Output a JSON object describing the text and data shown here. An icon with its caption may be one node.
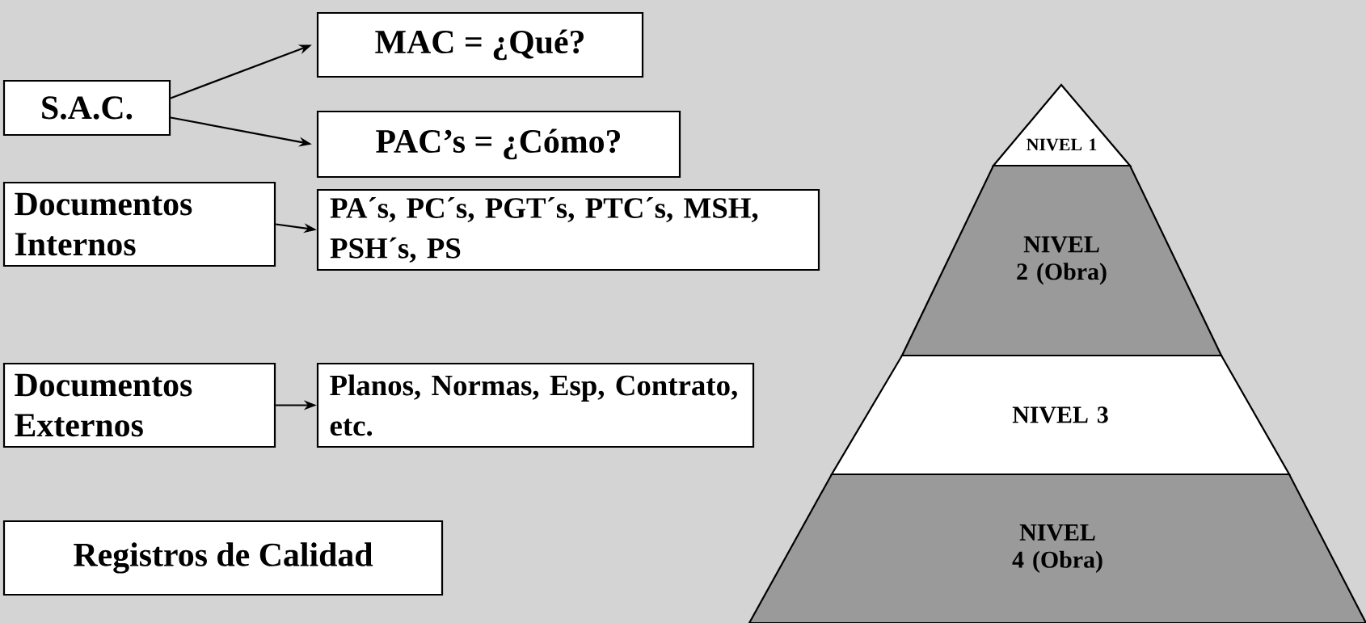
{
  "diagram": {
    "nodes": [
      {
        "text": [
          "S.A.C."
        ]
      },
      {
        "text": [
          "MAC = ¿Qué?"
        ]
      },
      {
        "text": [
          "PAC’s = ¿Cómo?"
        ]
      },
      {
        "text": [
          "Documentos Internos"
        ]
      },
      {
        "text": [
          "PA´s, PC´s, PGT´s, PTC´s, MSH, PSH´s, PS"
        ]
      },
      {
        "text": [
          "Documentos Externos"
        ]
      },
      {
        "text": [
          "Planos, Normas, Esp, Contrato, etc."
        ]
      },
      {
        "text": [
          "Registros de Calidad"
        ]
      },
      {
        "text": [
          "NIVEL 1"
        ]
      },
      {
        "text": [
          "NIVEL 2 (Obra)"
        ]
      },
      {
        "text": [
          "NIVEL 3"
        ]
      },
      {
        "text": [
          "NIVEL 4 (Obra)"
        ]
      }
    ],
    "edges": [
      {
        "from": 0,
        "to": 1,
        "arrow": "to"
      },
      {
        "from": 0,
        "to": 2,
        "arrow": "to"
      },
      {
        "from": 3,
        "to": 4,
        "arrow": "to"
      },
      {
        "from": 5,
        "to": 6,
        "arrow": "to"
      }
    ]
  }
}
